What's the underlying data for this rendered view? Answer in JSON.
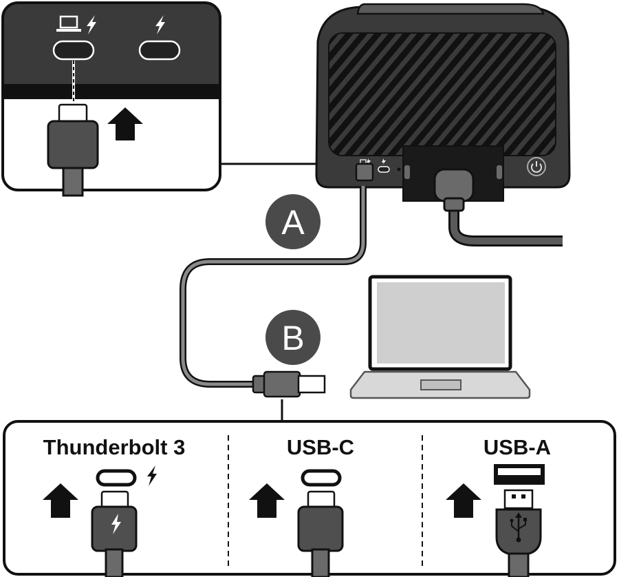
{
  "callouts": {
    "cable_end_a": "A",
    "cable_end_b": "B"
  },
  "connectors": [
    {
      "label": "Thunderbolt 3",
      "icon": "thunderbolt-icon"
    },
    {
      "label": "USB-C",
      "icon": "usb-c-icon"
    },
    {
      "label": "USB-A",
      "icon": "usb-a-icon"
    }
  ],
  "colors": {
    "outline": "#111111",
    "enclosure": "#3a3a3a",
    "cable": "#5a5a5a",
    "connector_body": "#555555",
    "laptop_screen": "#cfcfcf",
    "badge": "#4a4a4a",
    "panel_fill": "#ffffff"
  }
}
